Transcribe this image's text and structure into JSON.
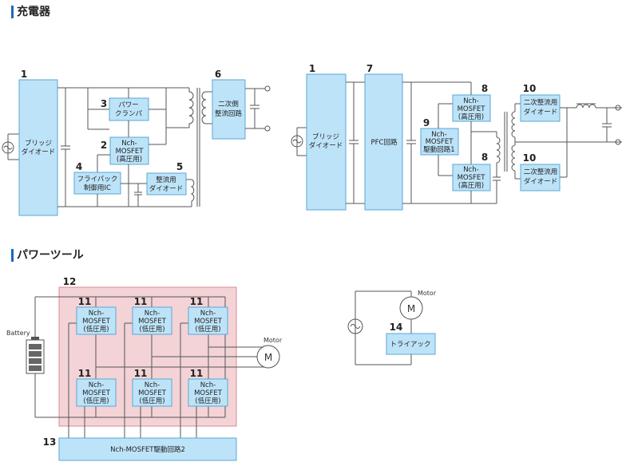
{
  "sections": {
    "charger": "充電器",
    "power_tool": "パワーツール"
  },
  "charger_left": {
    "bridge": {
      "num": "1",
      "line1": "ブリッジ",
      "line2": "ダイオード"
    },
    "clamp": {
      "num": "3",
      "line1": "パワー",
      "line2": "クランパ"
    },
    "mosfet": {
      "num": "2",
      "line1": "Nch-",
      "line2": "MOSFET",
      "line3": "(高圧用)"
    },
    "flyback": {
      "num": "4",
      "line1": "フライバック",
      "line2": "制御用IC"
    },
    "rect": {
      "num": "5",
      "line1": "整流用",
      "line2": "ダイオード"
    },
    "secondary": {
      "num": "6",
      "line1": "二次側",
      "line2": "整流回路"
    }
  },
  "charger_right": {
    "bridge": {
      "num": "1",
      "line1": "ブリッジ",
      "line2": "ダイオード"
    },
    "pfc": {
      "num": "7",
      "line1": "PFC回路"
    },
    "driver": {
      "num": "9",
      "line1": "Nch-",
      "line2": "MOSFET",
      "line3": "駆動回路1"
    },
    "mosfet_top": {
      "num": "8",
      "line1": "Nch-",
      "line2": "MOSFET",
      "line3": "(高圧用)"
    },
    "mosfet_bottom": {
      "num": "8",
      "line1": "Nch-",
      "line2": "MOSFET",
      "line3": "(高圧用)"
    },
    "diode_top": {
      "num": "10",
      "line1": "二次整流用",
      "line2": "ダイオード"
    },
    "diode_bottom": {
      "num": "10",
      "line1": "二次整流用",
      "line2": "ダイオード"
    }
  },
  "power_tool": {
    "inverter_num": "12",
    "battery_label": "Battery",
    "motor_label": "Motor",
    "motor_symbol": "M",
    "mosfets": [
      {
        "num": "11",
        "line1": "Nch-",
        "line2": "MOSFET",
        "line3": "(低圧用)"
      },
      {
        "num": "11",
        "line1": "Nch-",
        "line2": "MOSFET",
        "line3": "(低圧用)"
      },
      {
        "num": "11",
        "line1": "Nch-",
        "line2": "MOSFET",
        "line3": "(低圧用)"
      },
      {
        "num": "11",
        "line1": "Nch-",
        "line2": "MOSFET",
        "line3": "(低圧用)"
      },
      {
        "num": "11",
        "line1": "Nch-",
        "line2": "MOSFET",
        "line3": "(低圧用)"
      },
      {
        "num": "11",
        "line1": "Nch-",
        "line2": "MOSFET",
        "line3": "(低圧用)"
      }
    ],
    "driver": {
      "num": "13",
      "label": "Nch-MOSFET駆動回路2"
    }
  },
  "triac_circuit": {
    "motor_label": "Motor",
    "motor_symbol": "M",
    "triac": {
      "num": "14",
      "label": "トライアック"
    }
  },
  "colors": {
    "box_fill": "#bde3f8",
    "box_stroke": "#5aa7d6",
    "inverter_fill": "#f3d3d6",
    "inverter_stroke": "#d98a93",
    "accent": "#1b6bb8"
  }
}
